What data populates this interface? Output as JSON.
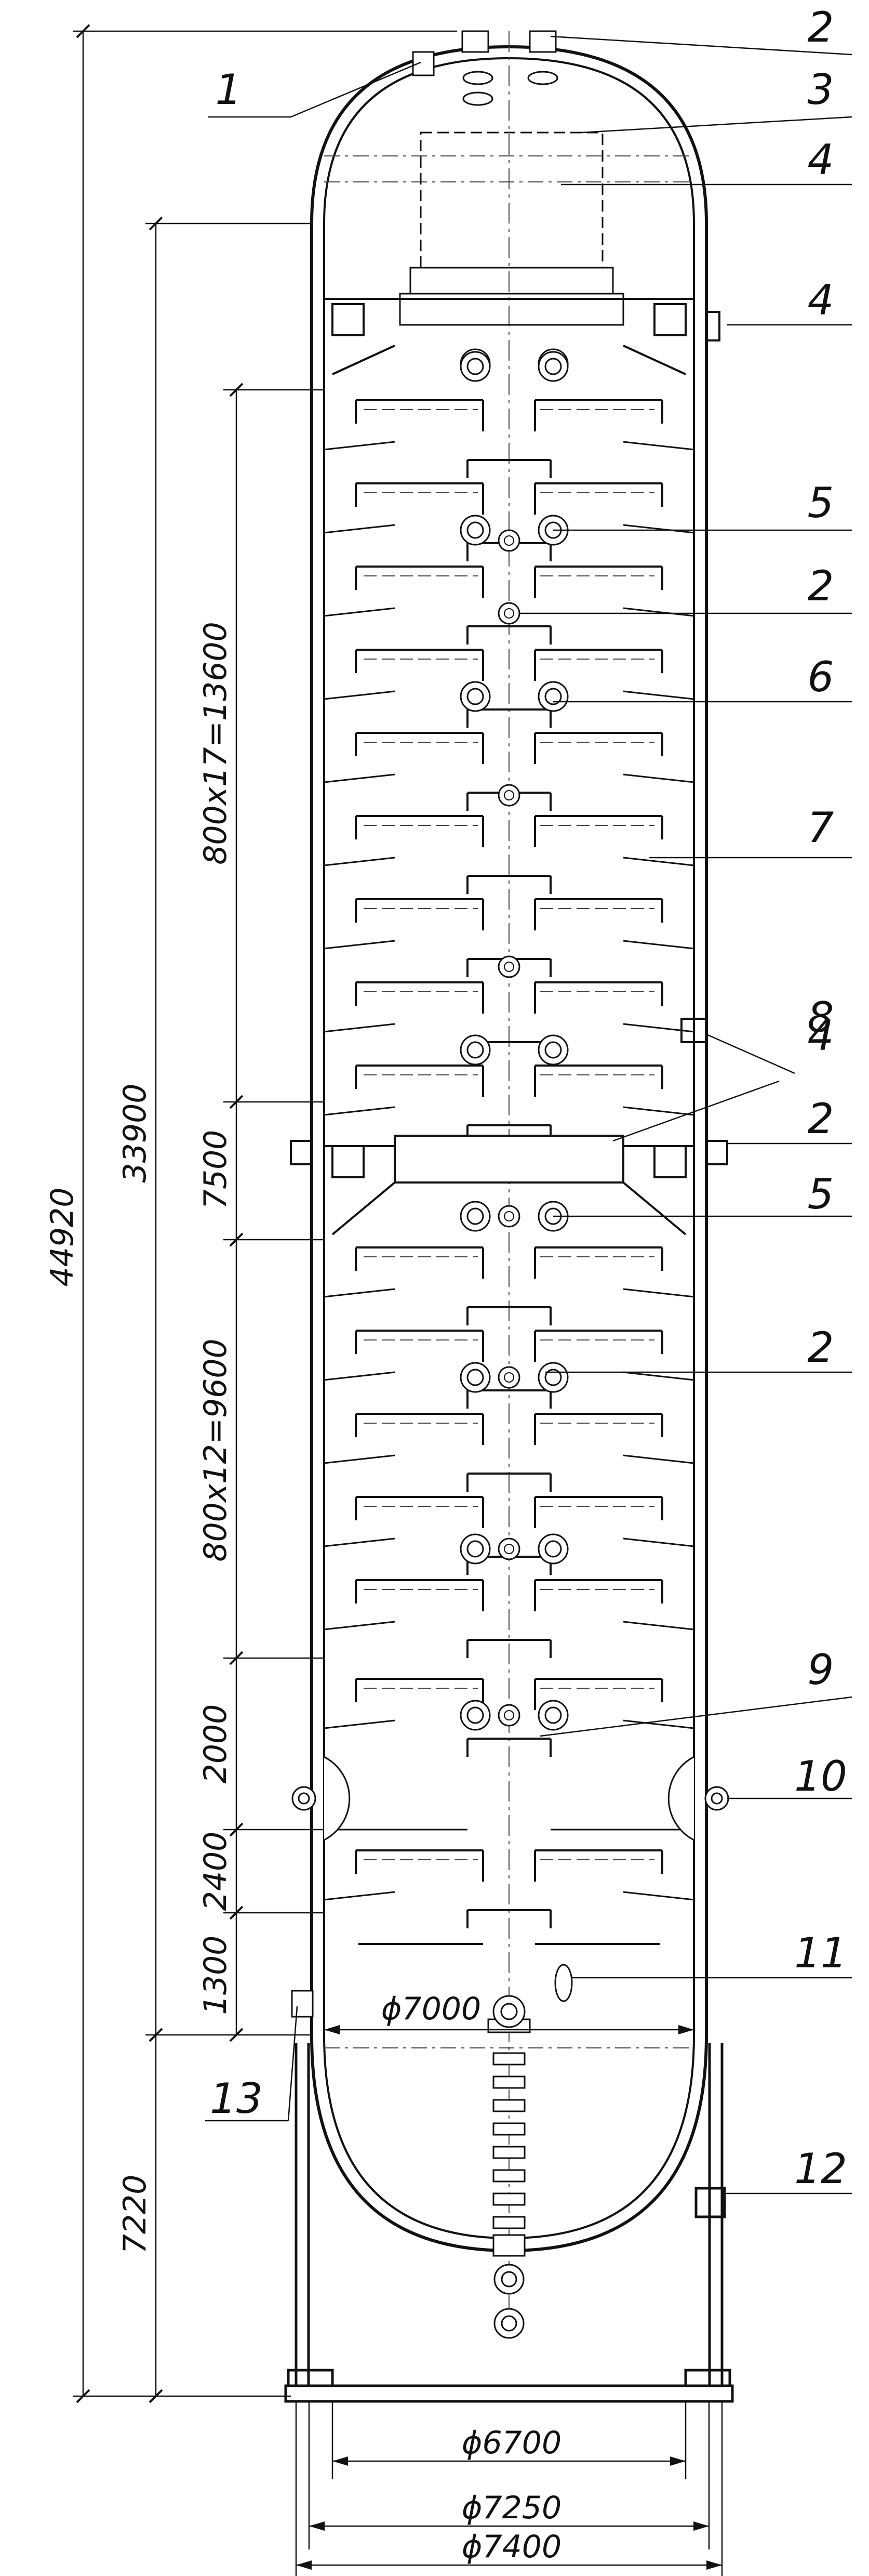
{
  "callouts": [
    {
      "id": "c1",
      "label": "1"
    },
    {
      "id": "c2a",
      "label": "2"
    },
    {
      "id": "c3",
      "label": "3"
    },
    {
      "id": "c4a",
      "label": "4"
    },
    {
      "id": "c4b",
      "label": "4"
    },
    {
      "id": "c5a",
      "label": "5"
    },
    {
      "id": "c2b",
      "label": "2"
    },
    {
      "id": "c6",
      "label": "6"
    },
    {
      "id": "c7",
      "label": "7"
    },
    {
      "id": "c4c",
      "label": "4"
    },
    {
      "id": "c8",
      "label": "8"
    },
    {
      "id": "c2c",
      "label": "2"
    },
    {
      "id": "c5b",
      "label": "5"
    },
    {
      "id": "c2d",
      "label": "2"
    },
    {
      "id": "c9",
      "label": "9"
    },
    {
      "id": "c10",
      "label": "10"
    },
    {
      "id": "c11",
      "label": "11"
    },
    {
      "id": "c12",
      "label": "12"
    },
    {
      "id": "c13",
      "label": "13"
    }
  ],
  "dimensions": {
    "overall_height": "44920",
    "shell_height": "33900",
    "upper_trays": "800x17=13600",
    "middle_section": "7500",
    "lower_trays": "800x12=9600",
    "bottom_1": "2000",
    "bottom_2": "2400",
    "bottom_3": "1300",
    "skirt_height": "7220",
    "inner_diameter": "ϕ7000",
    "skirt_d1": "ϕ6700",
    "skirt_d2": "ϕ7250",
    "skirt_d3": "ϕ7400"
  },
  "colors": {
    "line": "#111111",
    "fill": "#ffffff",
    "dash": "#444444"
  }
}
